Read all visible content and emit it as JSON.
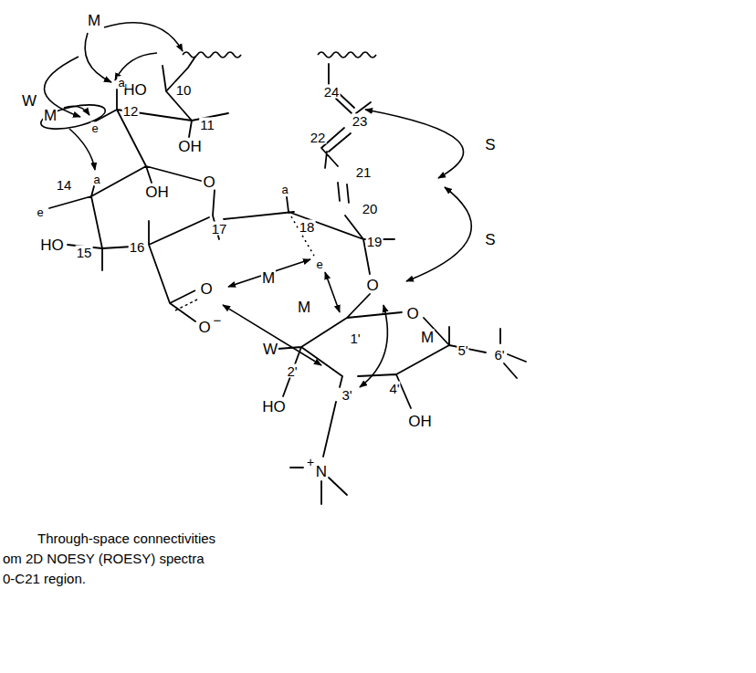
{
  "diagram": {
    "labels": [
      "M",
      "W",
      "HO",
      "10",
      "a",
      "12",
      "11",
      "OH",
      "e",
      "M",
      "a",
      "14",
      "e",
      "OH",
      "O",
      "HO",
      "15",
      "16",
      "17",
      "18",
      "a",
      "e",
      "19",
      "20",
      "21",
      "22",
      "23",
      "24",
      "S",
      "S",
      "M",
      "M",
      "O",
      "O",
      "−",
      "W",
      "O",
      "1'",
      "O",
      "5'",
      "6'",
      "2'",
      "HO",
      "3'",
      "4'",
      "OH",
      "+",
      "N",
      "Through-space connectivities",
      "om 2D NOESY (ROESY) spectra",
      "0-C21 region.",
      "M"
    ]
  }
}
